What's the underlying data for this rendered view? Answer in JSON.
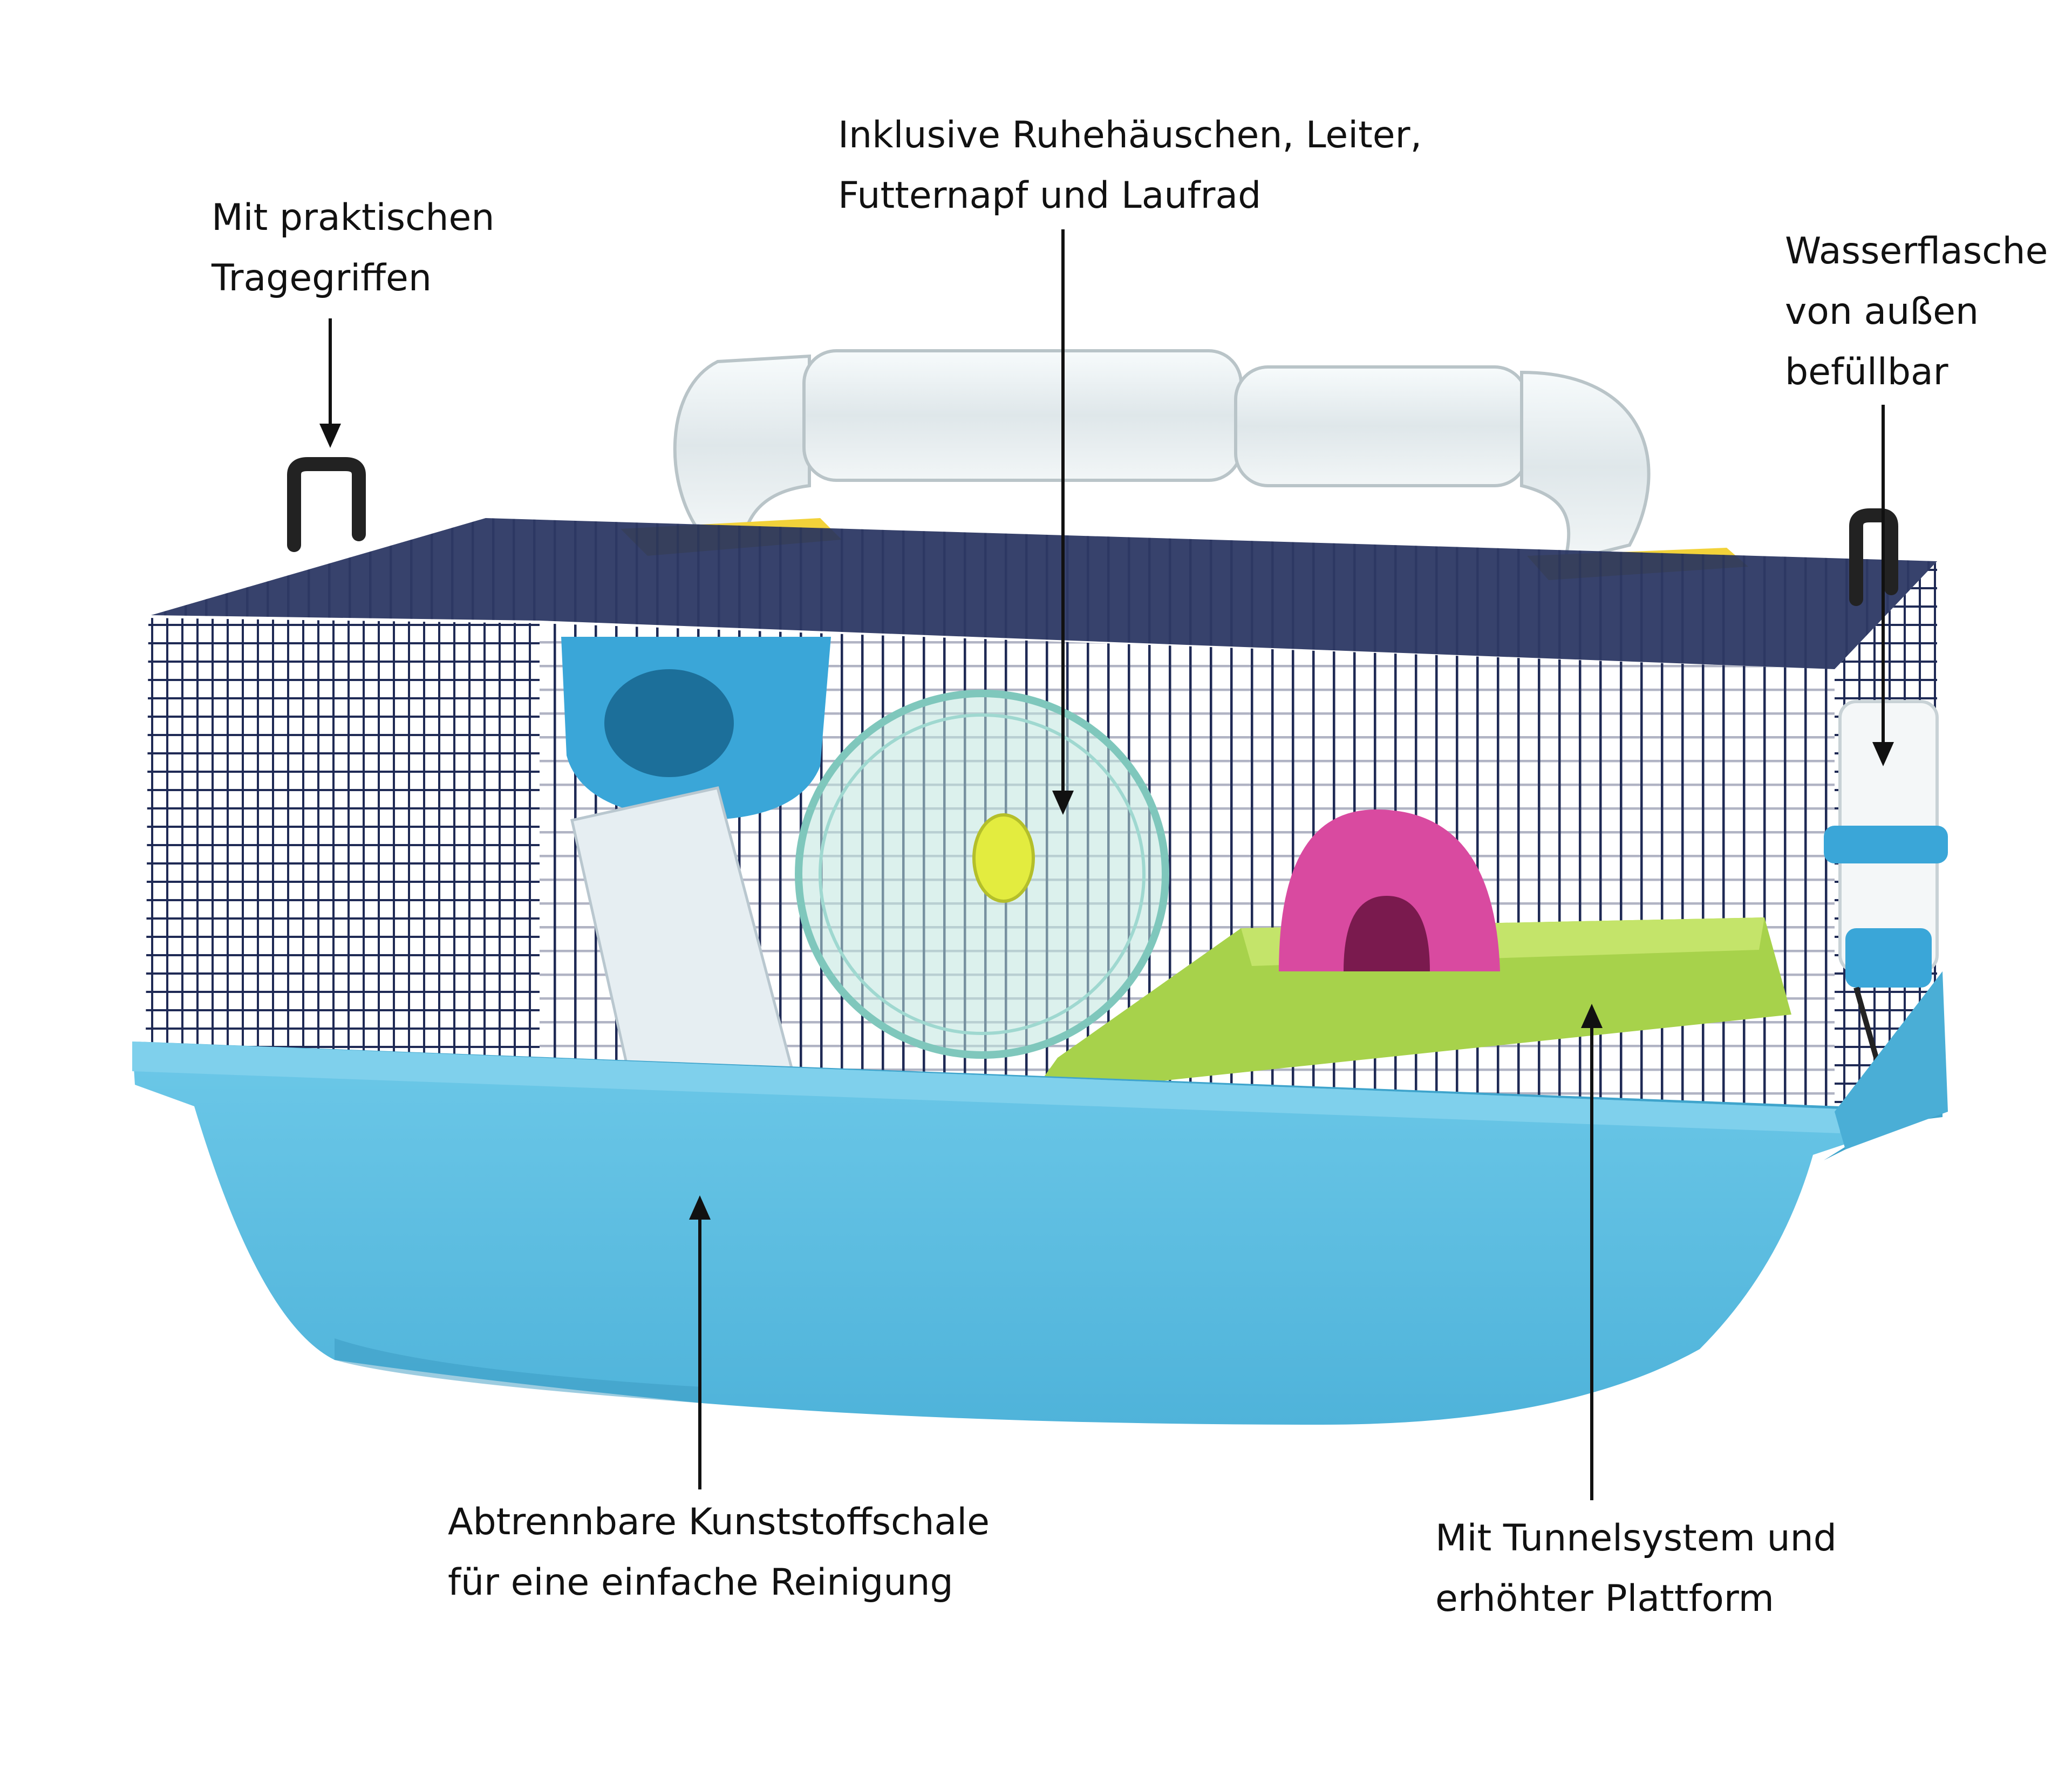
{
  "callouts": {
    "handles": {
      "lines": [
        "Mit praktischen",
        "Tragegriffen"
      ]
    },
    "accessories": {
      "lines": [
        "Inklusive Ruhehäuschen, Leiter,",
        "Futternapf und Laufrad"
      ]
    },
    "bottle": {
      "lines": [
        "Wasserflasche",
        "von außen",
        "befüllbar"
      ]
    },
    "tray": {
      "lines": [
        "Abtrennbare Kunststoffschale",
        "für eine einfache Reinigung"
      ]
    },
    "tunnels": {
      "lines": [
        "Mit Tunnelsystem und",
        "erhöhter Plattform"
      ]
    }
  },
  "colors": {
    "tray": "#5bbde0",
    "tray_dark": "#3fa4cc",
    "wire": "#1f2a55",
    "roof": "#26325f",
    "platform": "#a7d24b",
    "house": "#d94aa0",
    "wheel": "#9fd8d0",
    "tube": "#e8eef0",
    "tube_clip": "#f2d23a",
    "handle": "#222222",
    "bottle_holder": "#3aa6d8"
  },
  "icons": [
    "arrow-down-icon",
    "arrow-up-icon",
    "carry-handle-icon",
    "exercise-wheel-icon",
    "water-bottle-icon",
    "sleeping-house-icon",
    "tube-system-icon"
  ]
}
